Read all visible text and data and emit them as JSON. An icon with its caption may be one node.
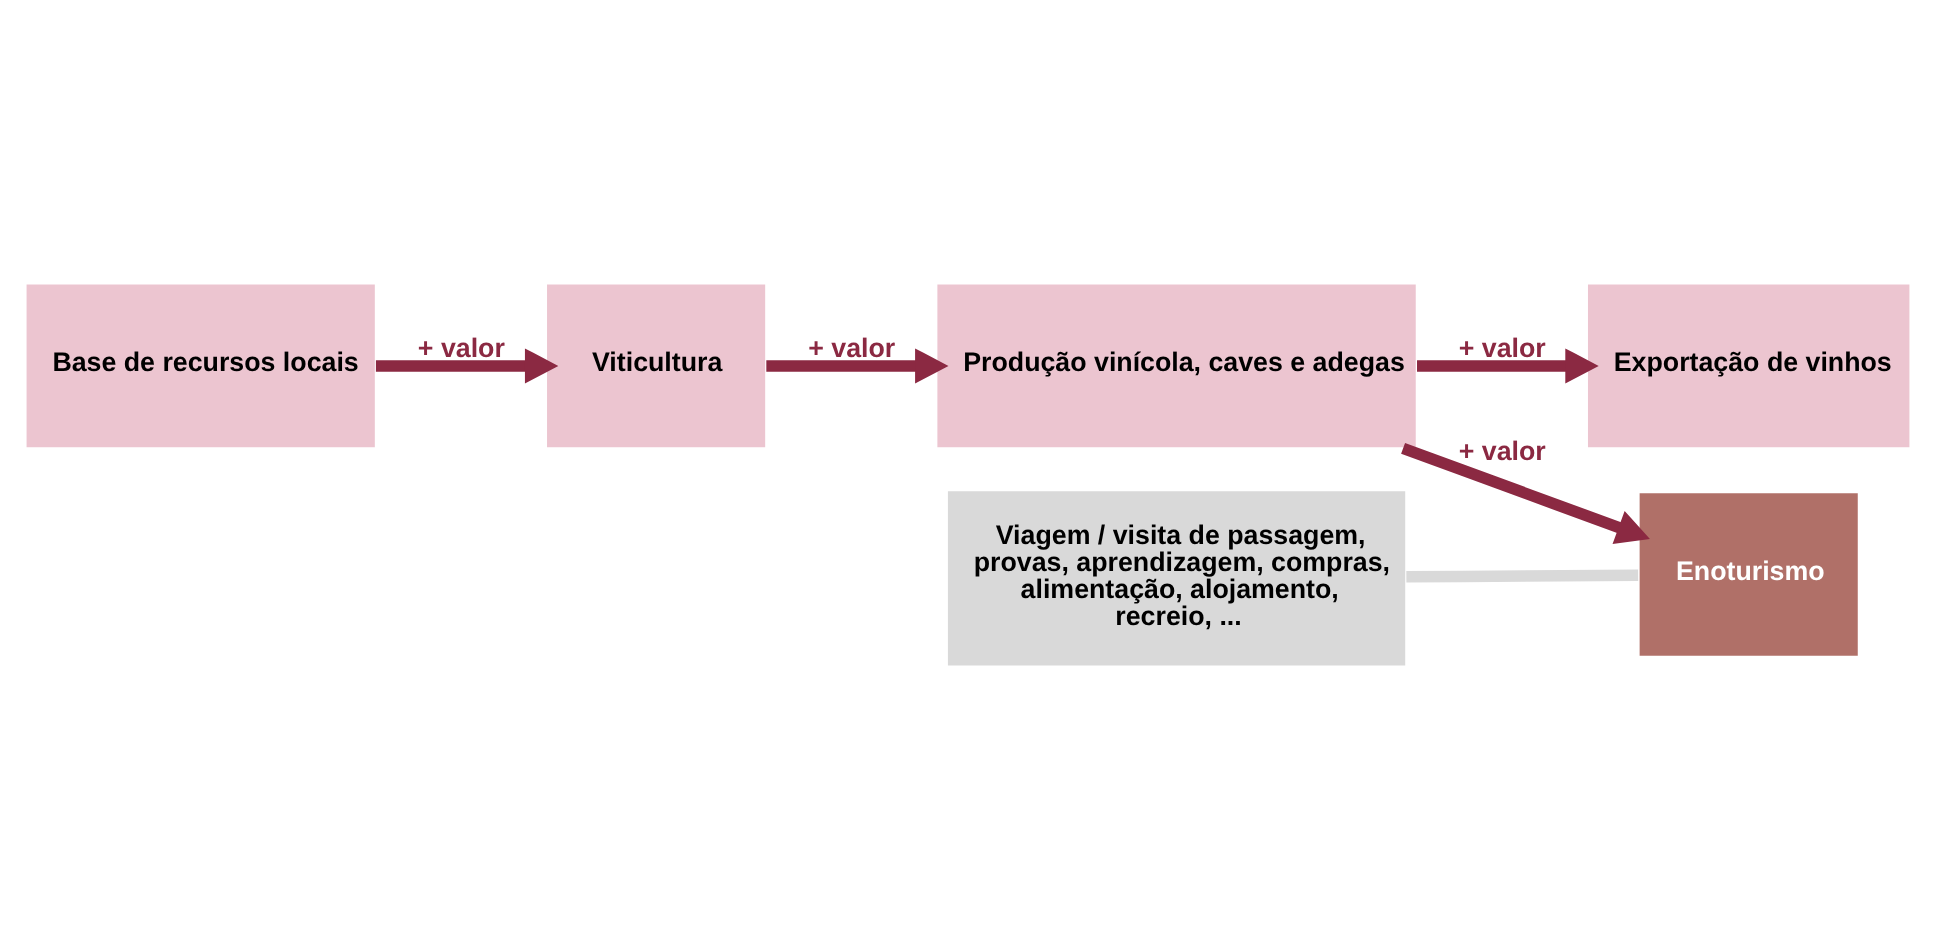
{
  "diagram": {
    "nodes": [
      {
        "text": [
          "Base de recursos locais"
        ]
      },
      {
        "text": [
          "Viticultura"
        ]
      },
      {
        "text": [
          "Produção vinícola, caves e adegas"
        ]
      },
      {
        "text": [
          "Exportação de vinhos"
        ]
      },
      {
        "text": [
          "Enoturismo"
        ]
      },
      {
        "text": [
          "Viagem / visita de passagem, provas, aprendizagem, compras, alimentação, alojamento, recreio, ..."
        ]
      }
    ],
    "edges": [
      {
        "from": 0,
        "to": 1,
        "arrow": "to",
        "label": "+ valor"
      },
      {
        "from": 1,
        "to": 2,
        "arrow": "to",
        "label": "+ valor"
      },
      {
        "from": 2,
        "to": 3,
        "arrow": "to",
        "label": "+ valor"
      },
      {
        "from": 2,
        "to": 4,
        "arrow": "to",
        "label": "+ valor"
      },
      {
        "from": 5,
        "to": 4,
        "arrow": "none",
        "color": "#d9d9d9"
      }
    ]
  }
}
